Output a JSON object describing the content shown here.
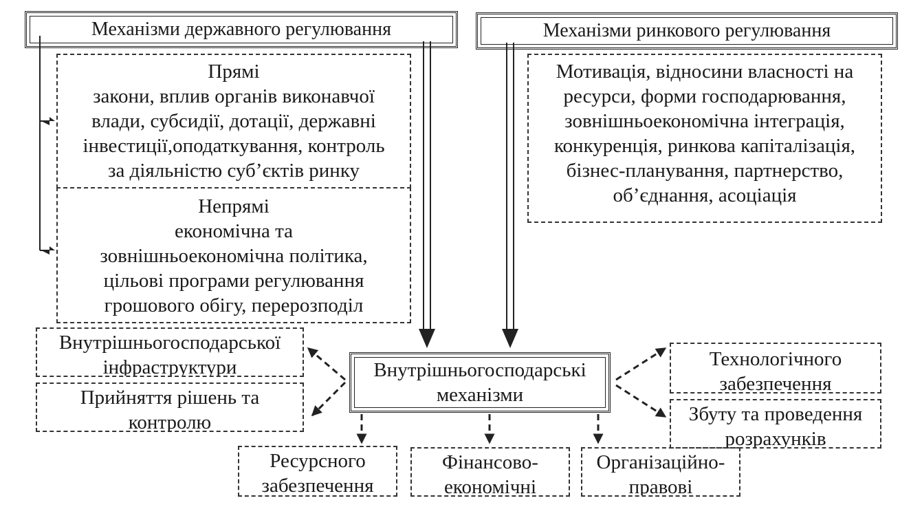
{
  "headers": {
    "state": "Механізми державного регулювання",
    "market": "Механізми ринкового регулювання"
  },
  "direct": {
    "lines": [
      "Прямі",
      "закони, вплив органів виконавчої",
      "влади, субсидії, дотації, державні",
      "інвестиції,оподаткування, контроль",
      "за діяльністю суб’єктів ринку"
    ]
  },
  "indirect": {
    "lines": [
      "Непрямі",
      "економічна та",
      "зовнішньоекономічна політика,",
      "цільові програми регулювання",
      "грошового обігу, перерозподіл"
    ]
  },
  "market_tools": {
    "lines": [
      "Мотивація, відносини власності на",
      "ресурси, форми господарювання,",
      "зовнішньоекономічна інтеграція,",
      "конкуренція, ринкова капіталізація,",
      "бізнес-планування, партнерство,",
      "об’єднання, асоціація"
    ]
  },
  "center": {
    "lines": [
      "Внутрішньогосподарські",
      "механізми"
    ]
  },
  "nodes": {
    "infra": [
      "Внутрішньогосподарської",
      "інфраструктури"
    ],
    "decisions": [
      "Прийняття рішень та",
      "контролю"
    ],
    "tech": [
      "Технологічного",
      "забезпечення"
    ],
    "sales": [
      "Збуту та проведення",
      "розрахунків"
    ],
    "resource": [
      "Ресурсного",
      "забезпечення"
    ],
    "finance": [
      "Фінансово-",
      "економічні"
    ],
    "org": [
      "Організаційно-",
      "правові"
    ]
  }
}
